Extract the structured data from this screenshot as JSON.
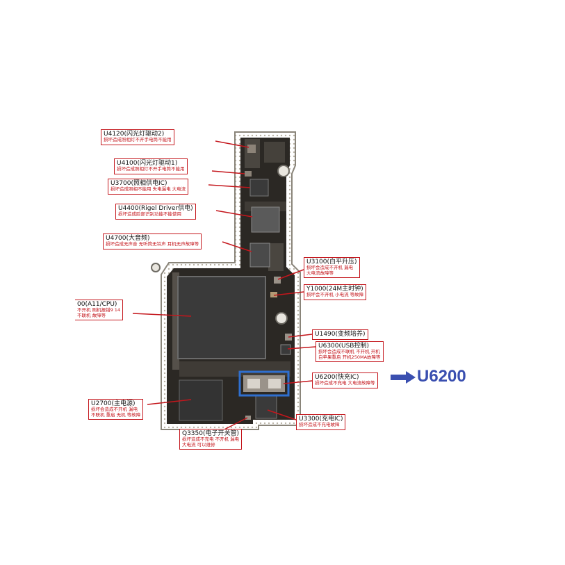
{
  "labels": {
    "u4120": {
      "title": "U4120(闪光灯驱动2)",
      "desc": "损坏造成照相灯不开手电筒不能用"
    },
    "u4100": {
      "title": "U4100(闪光灯驱动1)",
      "desc": "损坏造成照相灯不开手电筒不能用"
    },
    "u3700": {
      "title": "U3700(照相供电IC)",
      "desc": "损坏造成照相不能用 失电漏电 大电流"
    },
    "u4400": {
      "title": "U4400(Rigel Driver供电)",
      "desc": "损坏造成脸部识别功能不能使用"
    },
    "u4700": {
      "title": "U4700(大音频)",
      "desc": "损坏造成无声音 无听筒无铃声 耳机无声故障等"
    },
    "u3100": {
      "title": "U3100(白平升压)",
      "desc1": "损坏会造成不开机 漏电",
      "desc2": "大电流故障等"
    },
    "y1000": {
      "title": "Y1000(24M主时钟)",
      "desc": "损坏会不开机 小电流 等故障"
    },
    "a11": {
      "title": "00(A11/CPU)",
      "desc1": "不开机 刷机报错9 14",
      "desc2": "不联机 故障等"
    },
    "u1490": {
      "title": "U1490(变频培养)"
    },
    "u6300": {
      "title": "U6300(USB控制)",
      "desc1": "损坏会造成不联机 不开机 开机",
      "desc2": "白苹果重启 开机250MA故障等"
    },
    "u6200": {
      "title": "U6200(快充IC)",
      "desc": "损坏造成不充电 大电流故障等"
    },
    "u2700": {
      "title": "U2700(主电源)",
      "desc1": "损坏会造成不开机 漏电",
      "desc2": "不联机 重启 无机 等故障"
    },
    "u3300": {
      "title": "U3300(充电IC)",
      "desc": "损坏造成不充电故障"
    },
    "q3350": {
      "title": "Q3350(电子开关管)",
      "desc1": "损坏造成不充电 不开机 漏电",
      "desc2": "大电流 可以维修"
    }
  },
  "callout": {
    "text": "U6200",
    "color": "#3a4fb0"
  },
  "colors": {
    "leader": "#c4161c",
    "board": "#2b2824",
    "chip": "#3a3a3a",
    "highlight": "#2f6fcf"
  },
  "icons": {
    "callout_arrow": "arrow-right-icon"
  }
}
